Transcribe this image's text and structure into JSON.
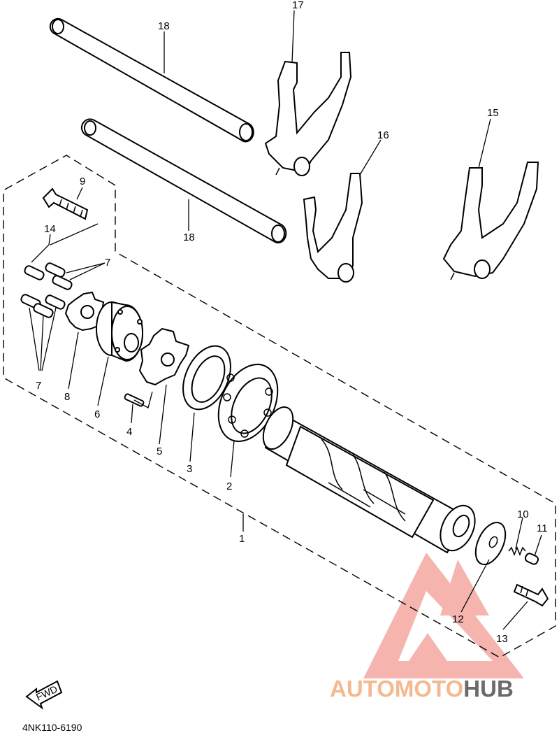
{
  "diagram": {
    "part_labels": {
      "p1": "1",
      "p2": "2",
      "p3": "3",
      "p4": "4",
      "p5": "5",
      "p6": "6",
      "p7a": "7",
      "p7b": "7",
      "p8": "8",
      "p9": "9",
      "p10": "10",
      "p11": "11",
      "p12": "12",
      "p13": "13",
      "p14": "14",
      "p15": "15",
      "p16": "16",
      "p17": "17",
      "p18a": "18",
      "p18b": "18"
    },
    "fwd_label": "FWD",
    "reference_code": "4NK110-6190"
  },
  "watermark": {
    "part1": "AUTOMOTO",
    "part2": "HUB",
    "color_primary": "#f4a9a0",
    "color_secondary": "#f6cc88",
    "color_hub": "#6b6b6b"
  }
}
